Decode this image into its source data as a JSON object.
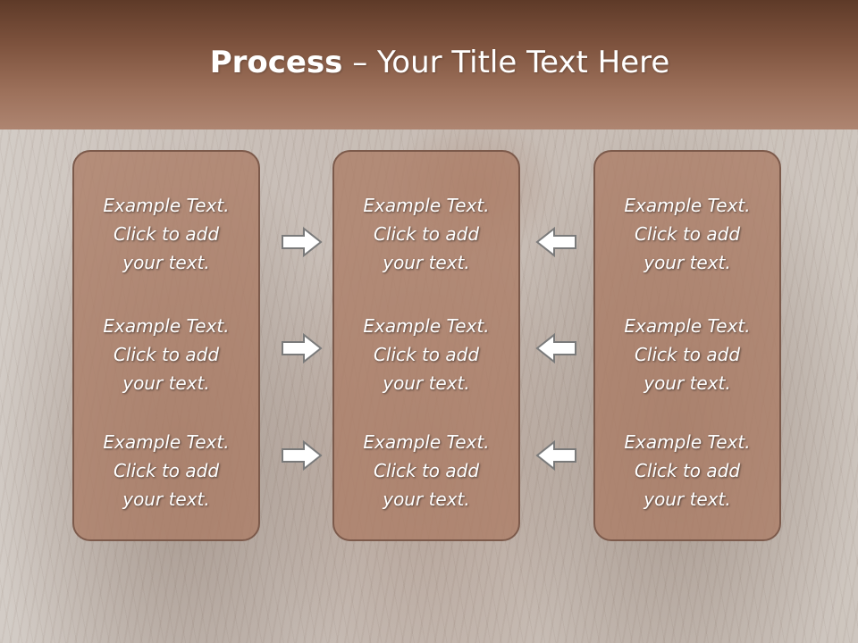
{
  "slide": {
    "title_bold": "Process",
    "title_rest": " – Your Title Text Here"
  },
  "columns": [
    {
      "items": [
        {
          "line1": "Example Text.",
          "line2": "Click  to add",
          "line3": "your text."
        },
        {
          "line1": "Example Text.",
          "line2": "Click  to add",
          "line3": "your text."
        },
        {
          "line1": "Example Text.",
          "line2": "Click  to add",
          "line3": "your text."
        }
      ]
    },
    {
      "items": [
        {
          "line1": "Example Text.",
          "line2": "Click  to add",
          "line3": "your text."
        },
        {
          "line1": "Example Text.",
          "line2": "Click  to add",
          "line3": "your text."
        },
        {
          "line1": "Example Text.",
          "line2": "Click  to add",
          "line3": "your text."
        }
      ]
    },
    {
      "items": [
        {
          "line1": "Example Text.",
          "line2": "Click  to add",
          "line3": "your text."
        },
        {
          "line1": "Example Text.",
          "line2": "Click  to add",
          "line3": "your text."
        },
        {
          "line1": "Example Text.",
          "line2": "Click  to add",
          "line3": "your text."
        }
      ]
    }
  ],
  "arrows": {
    "left_group": "arrow-right-icon",
    "right_group": "arrow-left-icon"
  },
  "colors": {
    "header_dark": "#5e3a28",
    "header_light": "#ae8571",
    "box_fill": "#ac7c65",
    "box_border": "#7c5a4b",
    "text": "#ffffff"
  }
}
